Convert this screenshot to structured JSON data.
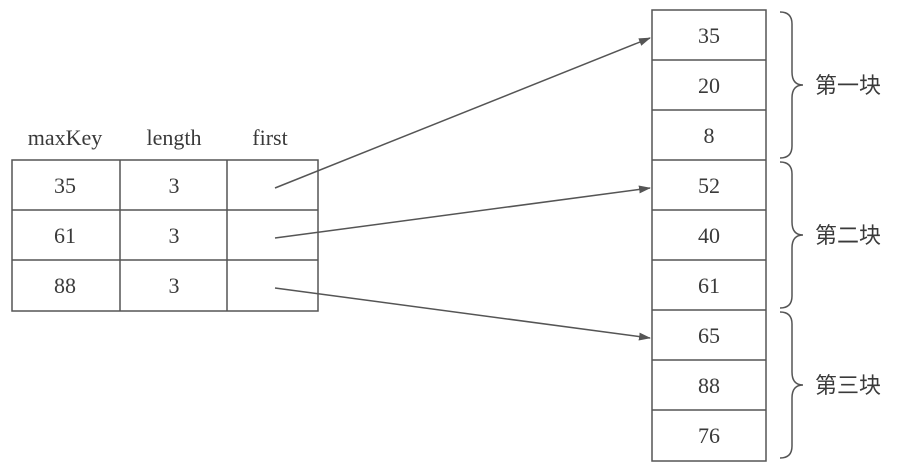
{
  "index_table": {
    "headers": [
      "maxKey",
      "length",
      "first"
    ],
    "rows": [
      {
        "maxKey": "35",
        "length": "3",
        "first": ""
      },
      {
        "maxKey": "61",
        "length": "3",
        "first": ""
      },
      {
        "maxKey": "88",
        "length": "3",
        "first": ""
      }
    ]
  },
  "blocks": [
    {
      "label": "第一块",
      "values": [
        "35",
        "20",
        "8"
      ]
    },
    {
      "label": "第二块",
      "values": [
        "52",
        "40",
        "61"
      ]
    },
    {
      "label": "第三块",
      "values": [
        "65",
        "88",
        "76"
      ]
    }
  ],
  "colors": {
    "line": "#555555",
    "text": "#3a3a3a"
  }
}
